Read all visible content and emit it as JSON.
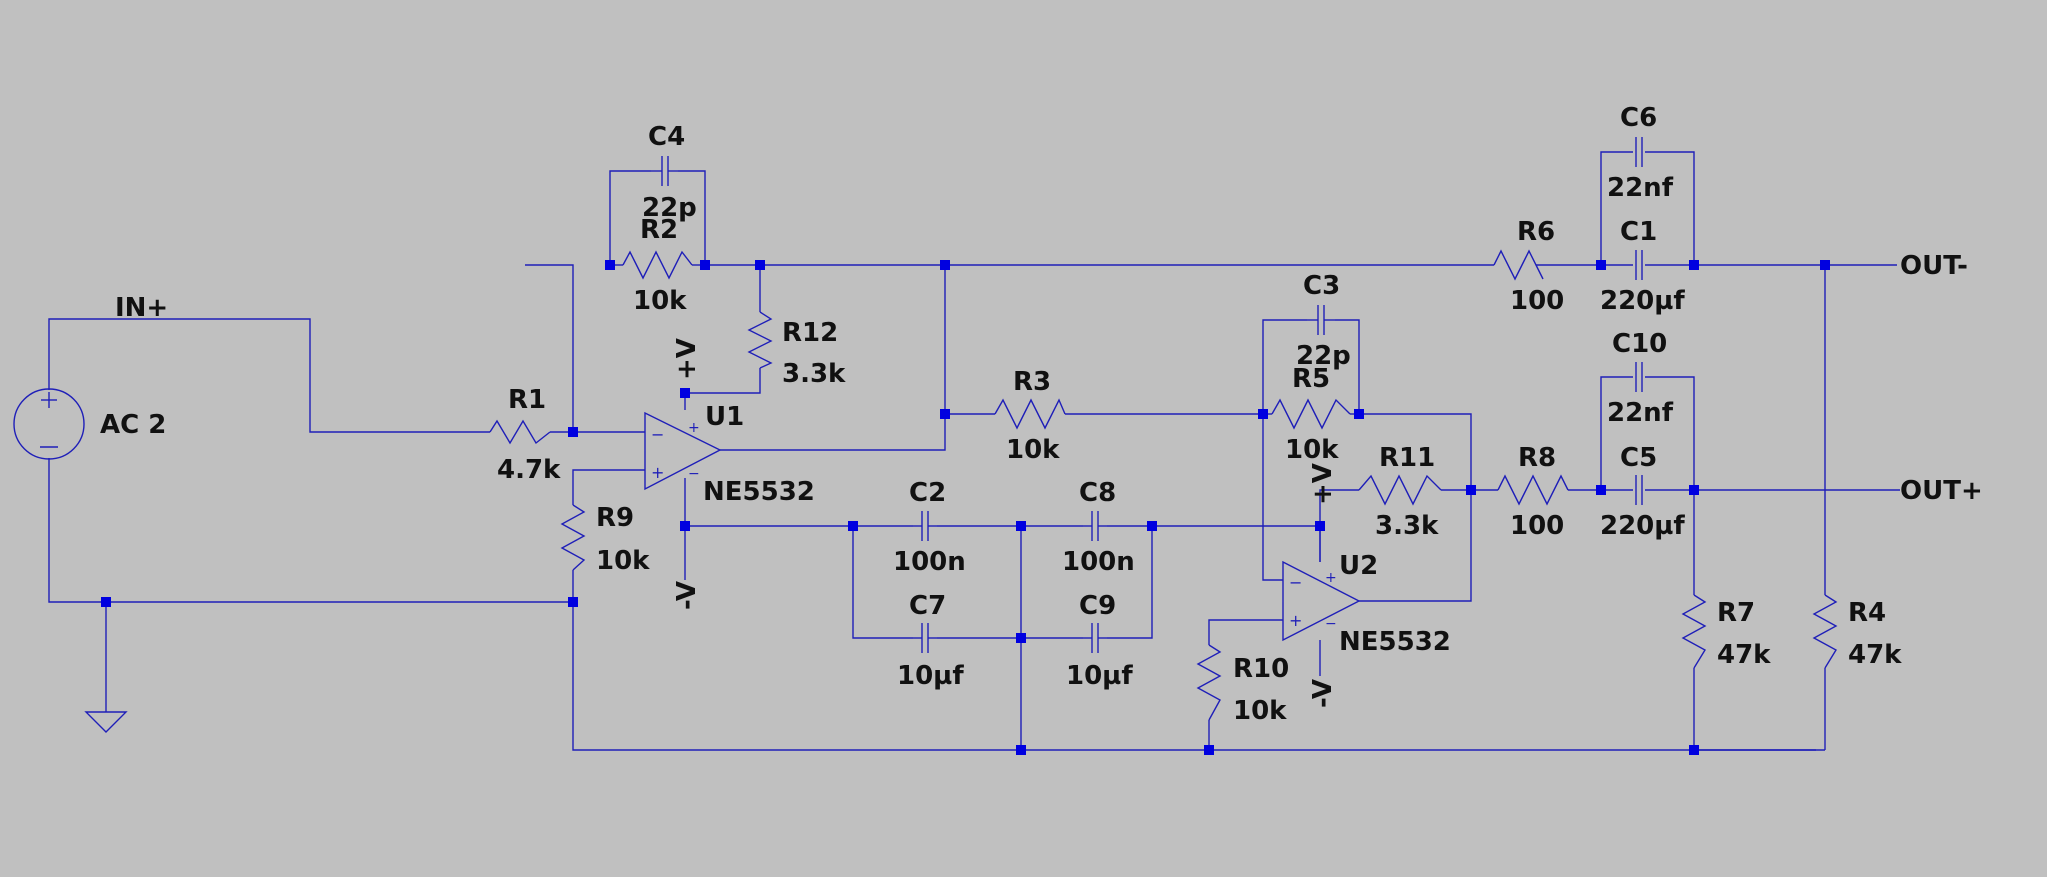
{
  "colors": {
    "background": "#c0c0c0",
    "wire": "#1f1fb8",
    "junction": "#0000e0",
    "text": "#111111"
  },
  "source": {
    "name": "AC 2",
    "net": "IN+"
  },
  "ports": {
    "out_minus": "OUT-",
    "out_plus": "OUT+"
  },
  "opamps": {
    "u1": {
      "name": "U1",
      "model": "NE5532",
      "vpos": "+V",
      "vneg": "-V"
    },
    "u2": {
      "name": "U2",
      "model": "NE5532",
      "vpos": "+V",
      "vneg": "-V"
    }
  },
  "resistors": {
    "r1": {
      "name": "R1",
      "value": "4.7k"
    },
    "r2": {
      "name": "R2",
      "value": "10k"
    },
    "r3": {
      "name": "R3",
      "value": "10k"
    },
    "r4": {
      "name": "R4",
      "value": "47k"
    },
    "r5": {
      "name": "R5",
      "value": "10k"
    },
    "r6": {
      "name": "R6",
      "value": "100"
    },
    "r7": {
      "name": "R7",
      "value": "47k"
    },
    "r8": {
      "name": "R8",
      "value": "100"
    },
    "r9": {
      "name": "R9",
      "value": "10k"
    },
    "r10": {
      "name": "R10",
      "value": "10k"
    },
    "r11": {
      "name": "R11",
      "value": "3.3k"
    },
    "r12": {
      "name": "R12",
      "value": "3.3k"
    }
  },
  "capacitors": {
    "c1": {
      "name": "C1",
      "value": "220µf"
    },
    "c2": {
      "name": "C2",
      "value": "100n"
    },
    "c3": {
      "name": "C3",
      "value": "22p"
    },
    "c4": {
      "name": "C4",
      "value": "22p"
    },
    "c5": {
      "name": "C5",
      "value": "220µf"
    },
    "c6": {
      "name": "C6",
      "value": "22nf"
    },
    "c7": {
      "name": "C7",
      "value": "10µf"
    },
    "c8": {
      "name": "C8",
      "value": "100n"
    },
    "c9": {
      "name": "C9",
      "value": "10µf"
    },
    "c10": {
      "name": "C10",
      "value": "22nf"
    }
  }
}
